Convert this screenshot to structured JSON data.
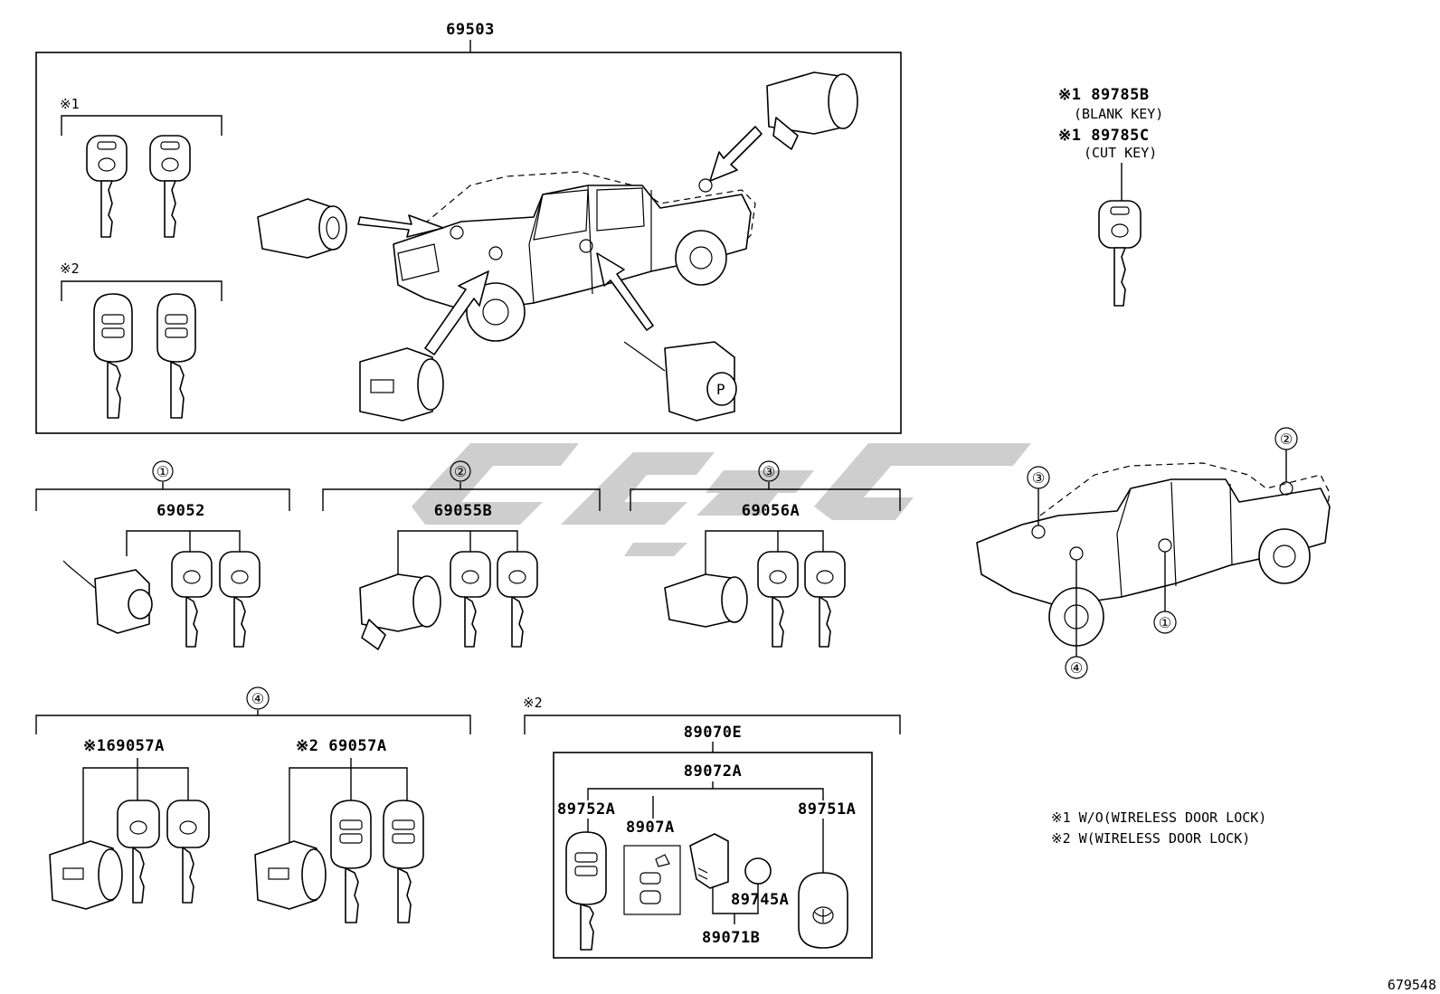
{
  "diagram": {
    "ref_number": "679548",
    "assembly": "69503",
    "notes": {
      "key_sets": [
        {
          "marker": "※1",
          "label": "※1"
        },
        {
          "marker": "※2",
          "label": "※2"
        }
      ],
      "legend": [
        "※1 W/O(WIRELESS DOOR LOCK)",
        "※2 W(WIRELESS DOOR LOCK)"
      ]
    },
    "blank_key": {
      "code": "※1 89785B",
      "desc": "(BLANK KEY)"
    },
    "cut_key": {
      "code": "※1 89785C",
      "desc": "(CUT KEY)"
    },
    "groups": [
      {
        "index": "①",
        "part": "69052"
      },
      {
        "index": "②",
        "part": "69055B"
      },
      {
        "index": "③",
        "part": "69056A"
      },
      {
        "index": "④",
        "part": ""
      }
    ],
    "group4_parts": [
      "※169057A",
      "※2 69057A"
    ],
    "transmitter": {
      "marker": "※2",
      "assembly": "89070E",
      "sub": "89072A",
      "parts": [
        "89752A",
        "8907A",
        "89751A",
        "89745A",
        "89071B"
      ]
    },
    "truck_callouts": [
      "①",
      "②",
      "③",
      "④"
    ]
  }
}
